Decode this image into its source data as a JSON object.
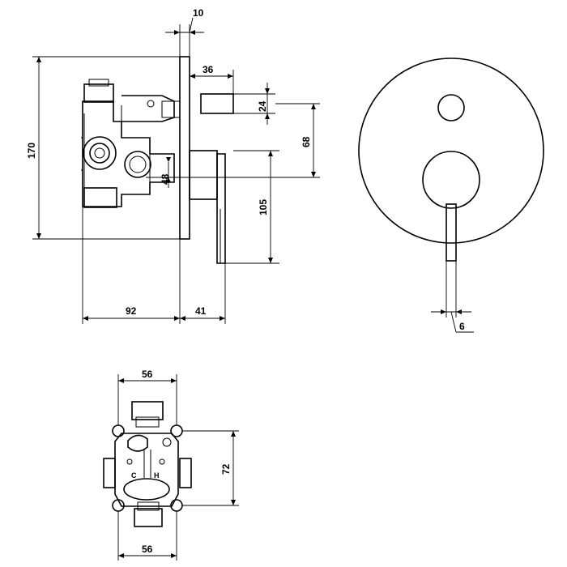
{
  "dimensions": {
    "plate_thickness": "10",
    "spout_offset": "36",
    "outlet_diameter": "24",
    "outlet_height": "68",
    "plate_height": "170",
    "knob_center": "48",
    "lever_length": "105",
    "body_depth": "92",
    "projection": "41",
    "lever_width": "6",
    "valve_width_top": "56",
    "valve_height": "72",
    "valve_width_bottom": "56"
  },
  "valve_markings": {
    "cold": "C",
    "hot": "H"
  }
}
